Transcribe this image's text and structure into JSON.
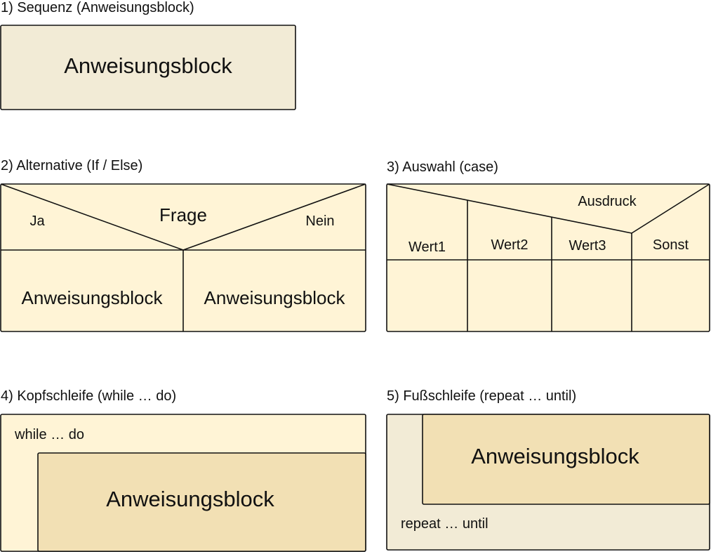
{
  "diagrams": {
    "sequence": {
      "heading": "1) Sequenz (Anweisungsblock)",
      "block": "Anweisungsblock"
    },
    "alternative": {
      "heading": "2) Alternative (If / Else)",
      "question": "Frage",
      "yes": "Ja",
      "no": "Nein",
      "left_block": "Anweisungsblock",
      "right_block": "Anweisungsblock"
    },
    "case": {
      "heading": "3) Auswahl (case)",
      "expression": "Ausdruck",
      "values": [
        "Wert1",
        "Wert2",
        "Wert3",
        "Sonst"
      ]
    },
    "while_loop": {
      "heading": "4) Kopfschleife (while … do)",
      "condition": "while … do",
      "block": "Anweisungsblock"
    },
    "repeat_loop": {
      "heading": "5) Fußschleife (repeat … until)",
      "condition": "repeat … until",
      "block": "Anweisungsblock"
    }
  },
  "colors": {
    "light_fill": "#fff4d6",
    "beige_fill": "#f2ebd6",
    "inner_block_fill": "#f2e0b4",
    "stroke": "#111111"
  }
}
